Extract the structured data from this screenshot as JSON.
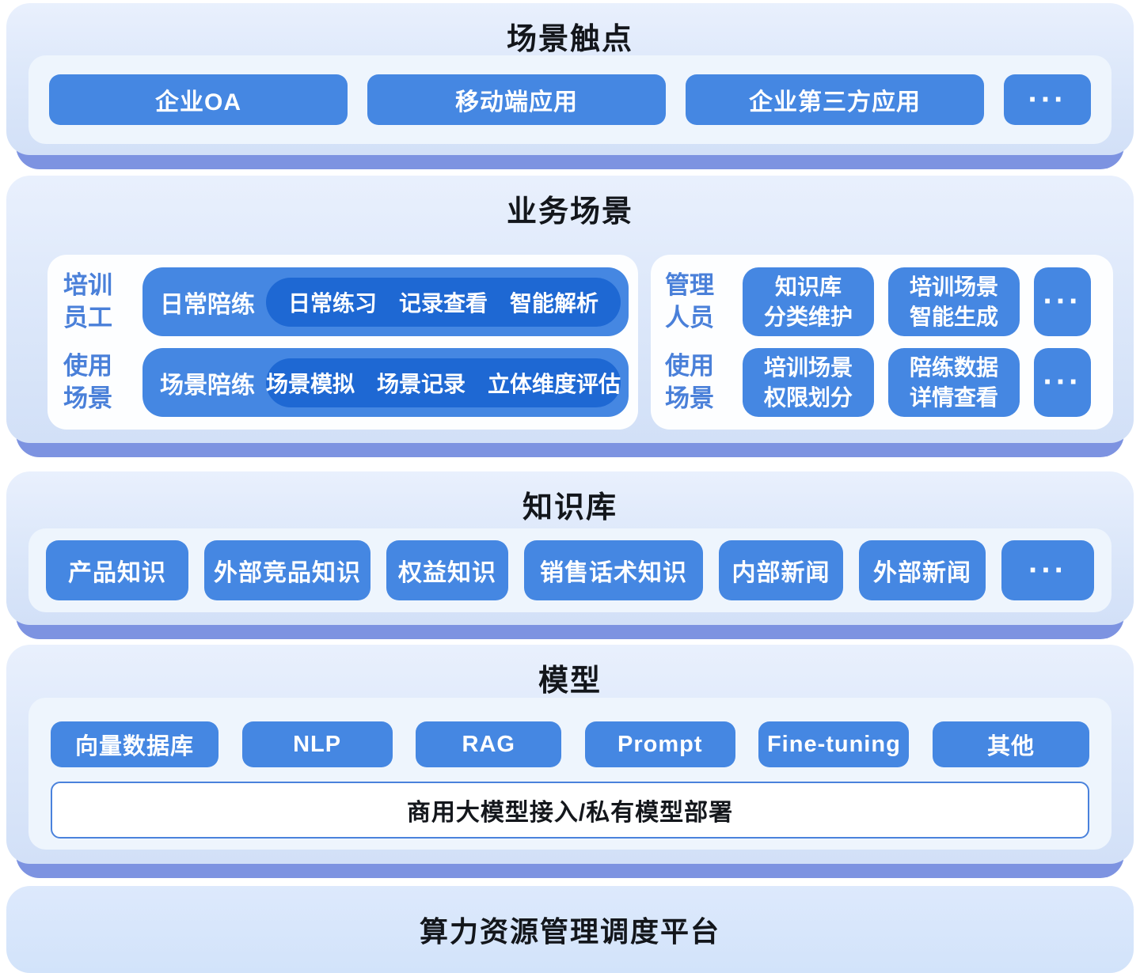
{
  "touchpoints": {
    "title": "场景触点",
    "buttons": [
      "企业OA",
      "移动端应用",
      "企业第三方应用"
    ],
    "more": "···"
  },
  "business": {
    "title": "业务场景",
    "left": {
      "rows": [
        {
          "label1": "培训",
          "label2": "员工",
          "pill": "日常陪练",
          "detail": "日常练习　记录查看　智能解析"
        },
        {
          "label1": "使用",
          "label2": "场景",
          "pill": "场景陪练",
          "detail": "场景模拟　场景记录　立体维度评估"
        }
      ]
    },
    "right": {
      "rows": [
        {
          "label1": "管理",
          "label2": "人员",
          "btn1_line1": "知识库",
          "btn1_line2": "分类维护",
          "btn2_line1": "培训场景",
          "btn2_line2": "智能生成",
          "more": "···"
        },
        {
          "label1": "使用",
          "label2": "场景",
          "btn1_line1": "培训场景",
          "btn1_line2": "权限划分",
          "btn2_line1": "陪练数据",
          "btn2_line2": "详情查看",
          "more": "···"
        }
      ]
    }
  },
  "knowledge": {
    "title": "知识库",
    "buttons": [
      "产品知识",
      "外部竞品知识",
      "权益知识",
      "销售话术知识",
      "内部新闻",
      "外部新闻"
    ],
    "more": "···"
  },
  "model": {
    "title": "模型",
    "buttons": [
      "向量数据库",
      "NLP",
      "RAG",
      "Prompt",
      "Fine-tuning",
      "其他"
    ],
    "bar": "商用大模型接入/私有模型部署"
  },
  "platform": {
    "title": "算力资源管理调度平台"
  },
  "colors": {
    "chip_blue": "#4587E2",
    "chip_dark_blue": "#1E68D3",
    "layer_shadow": "#7D93E1",
    "section_bg_top": "#E9F0FD",
    "section_bg_bottom": "#D2E0F7",
    "inner_panel": "#EEF5FD",
    "card_white": "#FDFEFF",
    "rail_text": "#4A80D9",
    "title_text": "#13161B",
    "bar_border": "#4A82DC"
  }
}
